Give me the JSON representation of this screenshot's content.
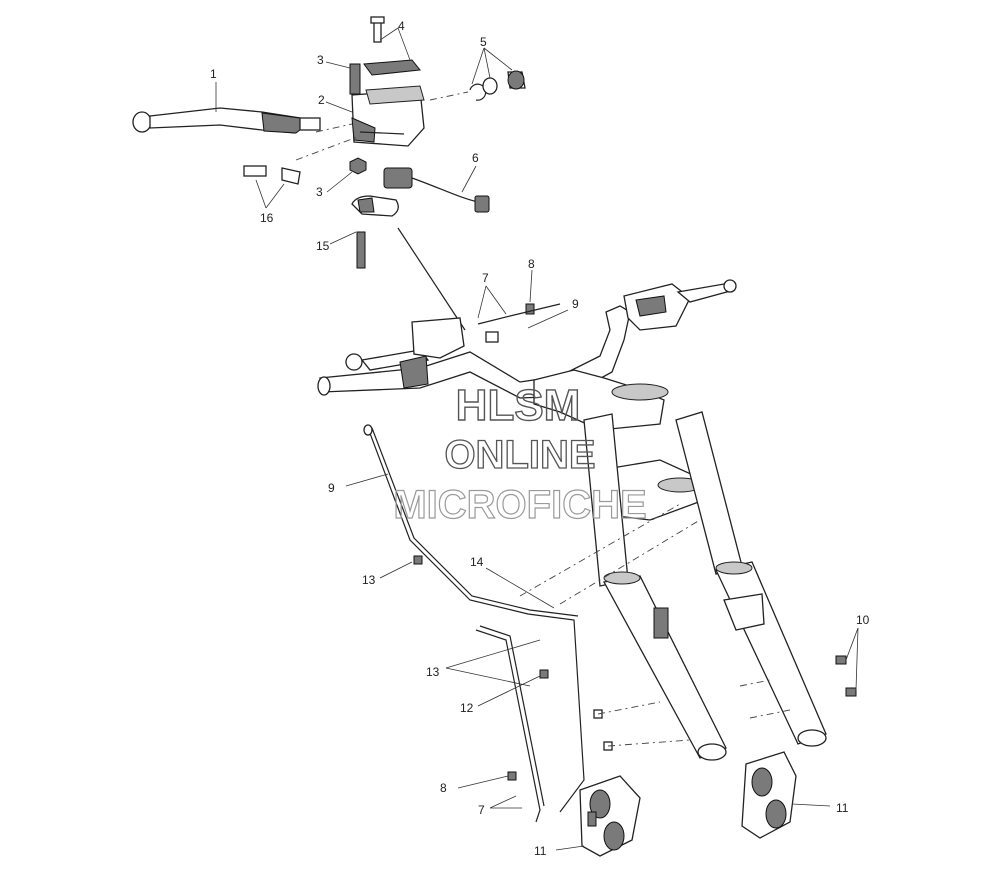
{
  "watermark": {
    "line1": "HLSM",
    "line2": "ONLINE",
    "line3": "MICROFICHE",
    "color": "#555555"
  },
  "callouts": [
    "1",
    "2",
    "3",
    "3",
    "4",
    "5",
    "6",
    "7",
    "7",
    "8",
    "8",
    "9",
    "9",
    "10",
    "11",
    "11",
    "12",
    "13",
    "13",
    "14",
    "15",
    "16"
  ],
  "colors": {
    "line": "#222222",
    "background": "#ffffff",
    "shade": "#7a7a7a"
  }
}
